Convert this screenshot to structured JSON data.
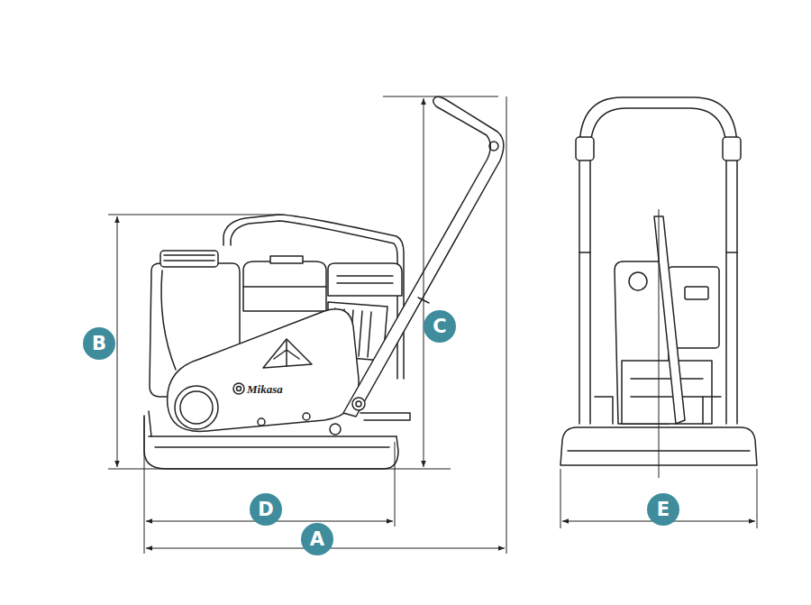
{
  "diagram": {
    "nodes": [
      {
        "text": [
          "B"
        ]
      },
      {
        "text": [
          "C"
        ]
      },
      {
        "text": [
          "D"
        ]
      },
      {
        "text": [
          "E"
        ]
      },
      {
        "text": [
          "A"
        ]
      }
    ],
    "labels": [
      "Mikasa"
    ]
  }
}
